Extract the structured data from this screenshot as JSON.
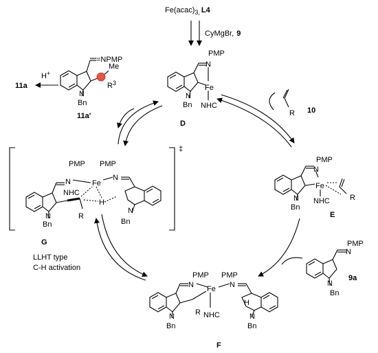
{
  "top": {
    "reagent_1": "Fe(acac)",
    "reagent_1_sub": "3,",
    "ligand": "L4",
    "grignard": "CyMgBr,",
    "grignard_num": "9"
  },
  "labels": {
    "pmp": "PMP",
    "npmp": "N",
    "eq_npmp": "=NPMP",
    "bn": "Bn",
    "n": "N",
    "nhc": "NHC",
    "fe": "Fe",
    "h": "H",
    "me": "Me",
    "r": "R",
    "r3": "R",
    "r3_sup": "3",
    "h_plus": "H",
    "h_plus_sup": "+",
    "dagger": "‡",
    "alkene_num": "10",
    "product": "11a",
    "intermediate_11a_prime": "11a'",
    "substrate": "9a"
  },
  "compounds": {
    "D": "D",
    "E": "E",
    "F": "F",
    "G": "G"
  },
  "annotation": {
    "line1": "LLHT type",
    "line2": "C-H activation"
  },
  "colors": {
    "ink": "#000000",
    "highlight": "#e8553e"
  }
}
